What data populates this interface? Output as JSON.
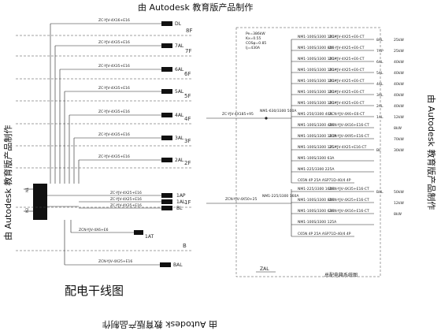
{
  "watermark_text": "由 Autodesk 教育版产品制作",
  "left_diagram": {
    "title": "配电干线图",
    "rise_labels": [
      "ZC-YJV-4X16+E16",
      "ZC-YJV-4X35+E16",
      "ZC-YJV-4X35+E16",
      "ZC-YJV-4X35+E16",
      "ZC-YJV-4X35+E16",
      "ZC-YJV-4X35+E16",
      "ZC-YJV-4X35+E16"
    ],
    "rise_boxes": [
      "DL",
      "7AL",
      "6AL",
      "5AL",
      "4AL",
      "3AL",
      "2AL"
    ],
    "floors": [
      "8F",
      "7F",
      "6F",
      "5F",
      "4F",
      "3F",
      "2F",
      "1F",
      "B"
    ],
    "first_floor_cables": [
      "ZC-YJV-4X25+E16",
      "ZC-YJV-4X25+E16",
      "ZC-YJV-4X35+E16"
    ],
    "first_floor_boxes": [
      "1AP",
      "1AL",
      "BL"
    ],
    "at_cable": "ZCN-YJV-4X6+E6",
    "at_box": "1AT",
    "basement_cable": "ZCN-YJV-4X25+E16",
    "basement_box": "BAL",
    "incoming_left": [
      "N1",
      "N2"
    ]
  },
  "right_diagram": {
    "params": [
      "Pe=386kW",
      "Kx=0.55",
      "COSφ=0.85",
      "Ij=430A"
    ],
    "incoming_cable": "ZC-YJV-4X185+95",
    "main_breaker": "NM1-630/3300 500A",
    "circuits": [
      {
        "breaker": "NM1-100S/3300 100A",
        "cable": "ZC-YJV-4X25+E6-CT",
        "box": "8AL",
        "load": "25kW"
      },
      {
        "breaker": "NM1-100S/3300 80A",
        "cable": "ZC-YJV-4X25+E6-CT",
        "box": "7AP",
        "load": "25kW"
      },
      {
        "breaker": "NM1-100S/3300 100A",
        "cable": "ZC-YJV-4X25+E6-CT",
        "box": "6AL",
        "load": "40kW"
      },
      {
        "breaker": "NM1-100S/3300 100A",
        "cable": "ZC-YJV-4X25+E6-CT",
        "box": "5AL",
        "load": "40kW"
      },
      {
        "breaker": "NM1-100S/3300 100A",
        "cable": "ZC-YJV-4X25+E6-CT",
        "box": "4AL",
        "load": "40kW"
      },
      {
        "breaker": "NM1-100S/3300 100A",
        "cable": "ZC-YJV-4X25+E6-CT",
        "box": "3AL",
        "load": "40kW"
      },
      {
        "breaker": "NM1-100S/3300 100A",
        "cable": "ZC-YJV-4X25+E6-CT",
        "box": "2AL",
        "load": "40kW"
      },
      {
        "breaker": "NM1-250/3300 40A",
        "cable": "ZCN-YJV-4X6+E6-CT",
        "box": "1AL",
        "load": "12kW"
      },
      {
        "breaker": "NM1-100S/3300 40A",
        "cable": "ZCN-YJV-4X16+E16-CT",
        "box": "",
        "load": "8kW"
      },
      {
        "breaker": "NM1-100S/3300 160A",
        "cable": "ZCN-YJV-4X95+E16-CT",
        "box": "",
        "load": "70kW"
      },
      {
        "breaker": "NM1-100S/3300 125A",
        "cable": "ZC-YJV-4X25+E16-CT",
        "box": "BL",
        "load": "30kW"
      },
      {
        "breaker": "NM1-100S/3300 63A",
        "cable": "",
        "box": "",
        "load": ""
      },
      {
        "breaker": "NM1-225/3300 225A",
        "cable": "",
        "box": "",
        "load": ""
      }
    ],
    "spd_label": "C65N 4P 25A ASP71D-40/4 4P",
    "lower_incoming_cable": "ZCN-YJV-4X50+25",
    "lower_main_breaker": "NM1-225/3300 160A",
    "lower_circuits": [
      {
        "breaker": "NM1-225/3300 160A",
        "cable": "ZCN-YJV-4X35+E16-CT",
        "box": "BAL",
        "load": "50kW"
      },
      {
        "breaker": "NM1-100S/3300 80A",
        "cable": "ZCN-YJV-4X25+E16-CT",
        "box": "",
        "load": "12kW"
      },
      {
        "breaker": "NM1-100S/3300 63A",
        "cable": "ZCN-YJV-4X16+E16-CT",
        "box": "",
        "load": "8kW"
      },
      {
        "breaker": "NM1-100S/3300 125A",
        "cable": "",
        "box": "",
        "load": ""
      }
    ],
    "lower_spd_label": "C65N 4P 25A ASP71D-40/4 4P",
    "panel_label": "ZAL",
    "caption": "总配电箱系统图"
  }
}
